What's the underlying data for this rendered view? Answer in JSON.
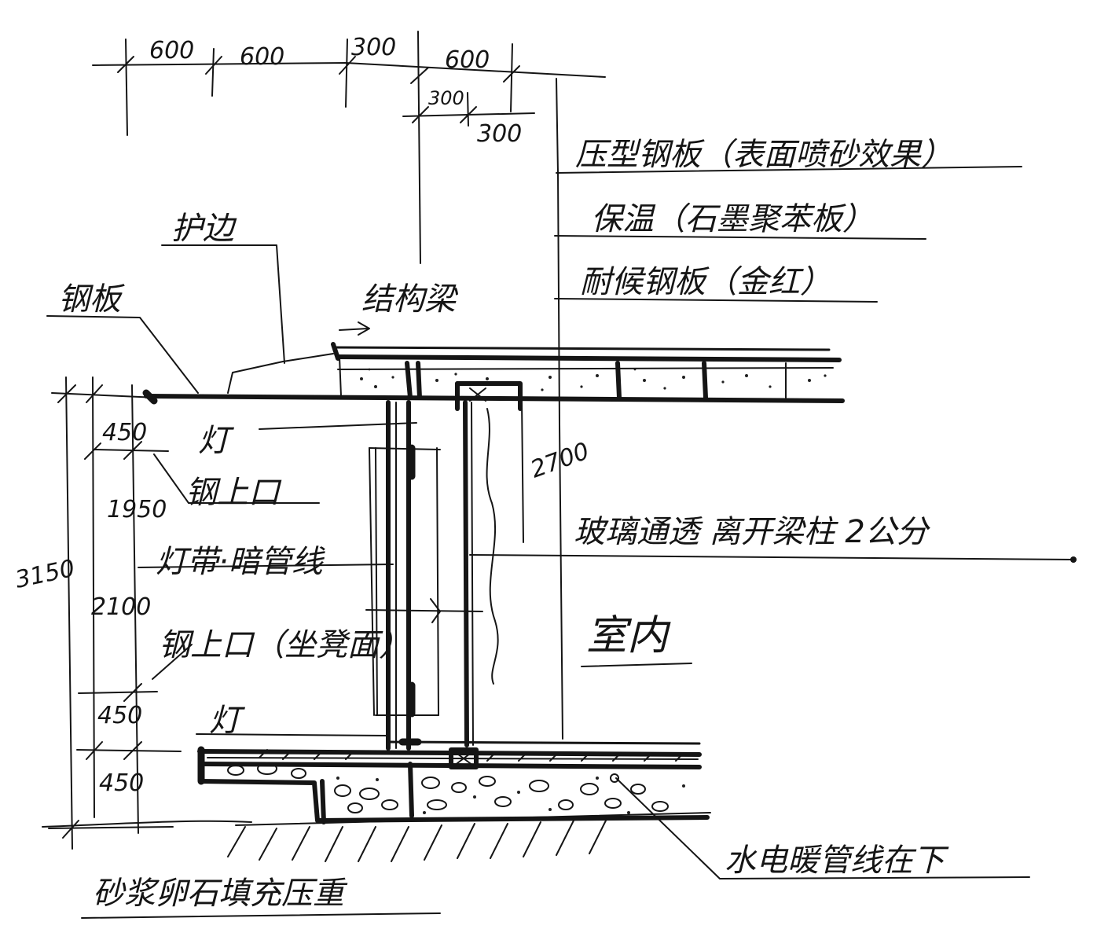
{
  "top_dimensions": {
    "d1": "600",
    "d2": "600",
    "d3": "300",
    "d4": "600",
    "d5": "300",
    "d6": "300"
  },
  "side_dimensions": {
    "total_height": "3150",
    "upper_band": "450",
    "mid_height": "1950",
    "mid_sub": "2100",
    "lower_band": "450",
    "base_band": "450"
  },
  "interior_height": "2700",
  "labels": {
    "roof_layer_1": "压型钢板（表面喷砂效果）",
    "roof_layer_2": "保温（石墨聚苯板）",
    "roof_layer_3": "耐候钢板（金红）",
    "parapet_edge": "护边",
    "steel_plate": "钢板",
    "structure_beam": "结构梁",
    "light_top": "灯",
    "steel_opening_top": "钢上口",
    "lighting_wiring": "灯带·暗管线",
    "glass_note": "玻璃通透 离开梁柱 2公分",
    "steel_opening_bottom": "钢上口（坐凳面）",
    "interior": "室内",
    "light_bottom": "灯",
    "mep_note": "水电暖管线在下",
    "foundation_note": "砂浆卵石填充压重"
  }
}
